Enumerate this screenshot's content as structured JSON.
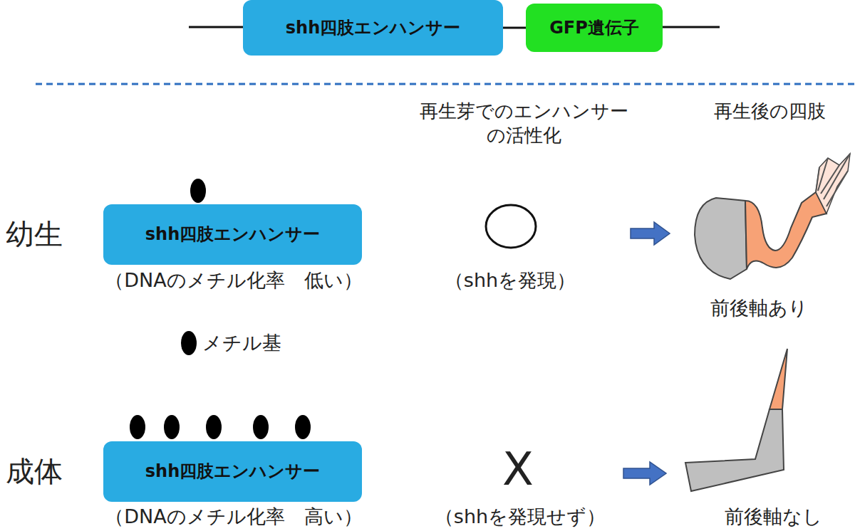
{
  "diagram": {
    "nodes": [
      {
        "text": [
          "shh四肢エンハンサー"
        ]
      },
      {
        "text": [
          "GFP遺伝子"
        ]
      },
      {
        "text": [
          "shh四肢エンハンサー"
        ]
      },
      {
        "text": [
          "shh四肢エンハンサー"
        ]
      }
    ],
    "edges": [
      {
        "from": 0,
        "to": 1,
        "arrow": "none"
      }
    ],
    "labels": [
      "再生芽でのエンハンサー の活性化",
      "再生後の四肢",
      "幼生",
      "（DNAのメチル化率　低い）",
      "（shhを発現）",
      "前後軸あり",
      "成体",
      "X",
      "（DNAのメチル化率　高い）",
      "（shhを発現せず）",
      "前後軸なし"
    ],
    "legend": [
      {
        "text": "メチル基"
      }
    ]
  }
}
